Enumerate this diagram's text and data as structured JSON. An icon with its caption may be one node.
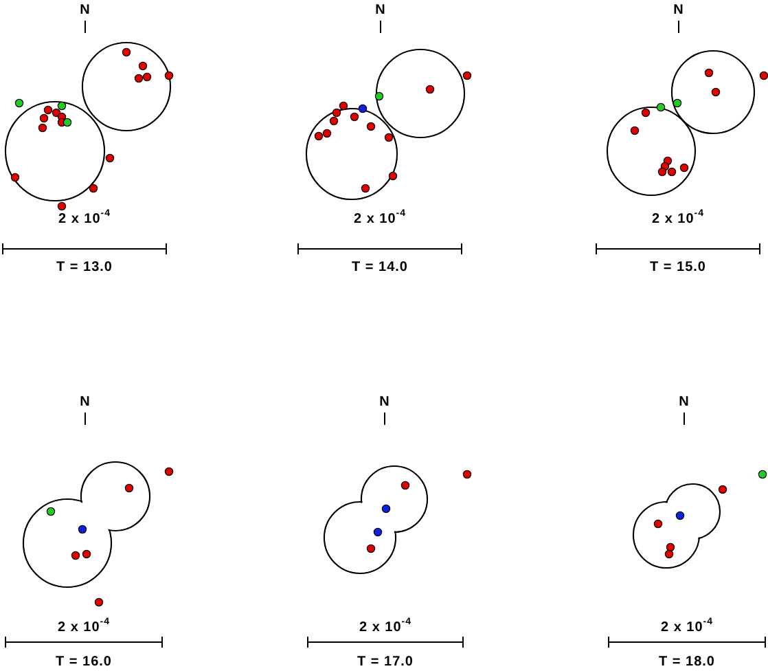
{
  "diagram": {
    "labels": [
      "N",
      "N",
      "N",
      "2 x 10$^{-4}$",
      "2 x 10$^{-4}$",
      "2 x 10$^{-4}$",
      "T = 13.0",
      "T = 14.0",
      "T = 15.0",
      "N",
      "N",
      "N",
      "2 x 10$^{-4}$",
      "2 x 10$^{-4}$",
      "2 x 10$^{-4}$",
      "T = 16.0",
      "T = 17.0",
      "T = 18.0"
    ]
  }
}
